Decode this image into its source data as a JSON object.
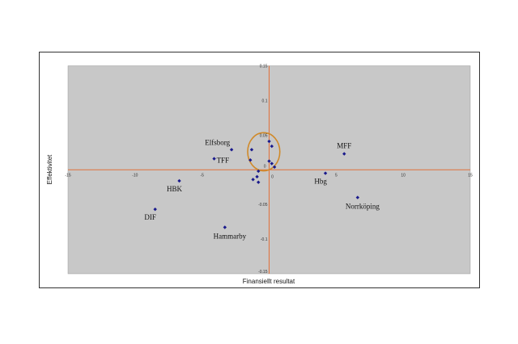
{
  "chart_data": {
    "type": "scatter",
    "title": "",
    "xlabel": "Finansiellt resultat",
    "ylabel": "Effektivitet",
    "xlim": [
      -15,
      15
    ],
    "ylim": [
      -0.15,
      0.15
    ],
    "xticks": [
      "-15",
      "-10",
      "-5",
      "0",
      "5",
      "10",
      "15"
    ],
    "xtick_values": [
      -15,
      -10,
      -5,
      0,
      5,
      10,
      15
    ],
    "yticks": [
      "0.15",
      "0.1",
      "0.05",
      "0",
      "-0.05",
      "-0.1",
      "-0.15"
    ],
    "ytick_values": [
      0.15,
      0.1,
      0.05,
      0,
      -0.05,
      -0.1,
      -0.15
    ],
    "grid": false,
    "points": [
      {
        "label": "Elfsborg",
        "x": -2.8,
        "y": 0.029,
        "label_pos": "top-left"
      },
      {
        "label": "TFF",
        "x": -4.1,
        "y": 0.016,
        "label_pos": "right"
      },
      {
        "label": "MFF",
        "x": 5.6,
        "y": 0.023,
        "label_pos": "top"
      },
      {
        "label": "Hbg",
        "x": 4.2,
        "y": -0.005,
        "label_pos": "bottom-left"
      },
      {
        "label": "HBK",
        "x": -6.7,
        "y": -0.016,
        "label_pos": "bottom-left"
      },
      {
        "label": "DIF",
        "x": -8.5,
        "y": -0.057,
        "label_pos": "bottom-left"
      },
      {
        "label": "Hammarby",
        "x": -3.3,
        "y": -0.083,
        "label_pos": "bottom"
      },
      {
        "label": "Norrköping",
        "x": 6.6,
        "y": -0.04,
        "label_pos": "bottom"
      },
      {
        "label": "",
        "x": -1.3,
        "y": 0.029
      },
      {
        "label": "",
        "x": -1.4,
        "y": 0.014
      },
      {
        "label": "",
        "x": 0.0,
        "y": 0.041
      },
      {
        "label": "",
        "x": 0.2,
        "y": 0.034
      },
      {
        "label": "",
        "x": 0.0,
        "y": 0.0125
      },
      {
        "label": "",
        "x": 0.2,
        "y": 0.009
      },
      {
        "label": "",
        "x": 0.4,
        "y": 0.004
      },
      {
        "label": "",
        "x": -0.8,
        "y": -0.002
      },
      {
        "label": "",
        "x": -0.9,
        "y": -0.01
      },
      {
        "label": "",
        "x": -1.2,
        "y": -0.014
      },
      {
        "label": "",
        "x": -0.8,
        "y": -0.018
      }
    ],
    "highlight_ellipse": {
      "cx": -0.4,
      "cy": 0.026,
      "rx": 1.2,
      "ry": 0.0275
    },
    "colors": {
      "plot_bg": "#c8c8c8",
      "axis": "#e0703a",
      "marker": "#1a1a8c",
      "ellipse": "#d08a2a"
    }
  }
}
